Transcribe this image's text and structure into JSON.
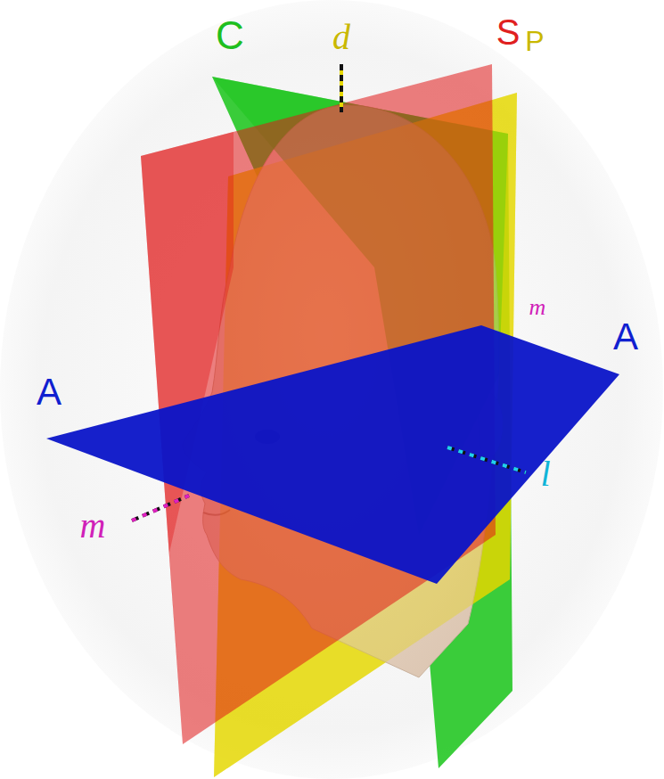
{
  "diagram": {
    "labels": [
      "C",
      "d",
      "S",
      "P",
      "m",
      "A",
      "A",
      "m",
      "l"
    ]
  }
}
